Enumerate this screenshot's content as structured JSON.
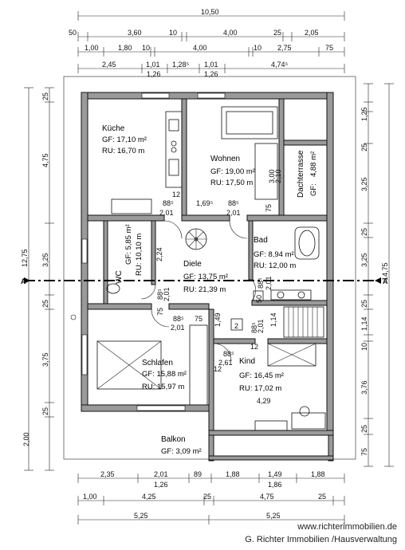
{
  "top_dims": {
    "overall": "10,50",
    "row2": [
      "50",
      "3,60",
      "10",
      "4,00",
      "25",
      "2,05"
    ],
    "row3": [
      "1,00",
      "1,80",
      "10",
      "4,00",
      "10",
      "2,75",
      "75"
    ],
    "row4": [
      "2,45",
      "1,01",
      "1,28⁵",
      "1,01",
      "4,74⁵"
    ],
    "row4_sub": [
      "1,26",
      "1,26"
    ]
  },
  "bottom_dims": {
    "row1": [
      "2,35",
      "2,01",
      "89",
      "1,88",
      "1,49",
      "1,88"
    ],
    "row1_sub": [
      "1,26",
      "1,86"
    ],
    "row2": [
      "1,00",
      "4,25",
      "25",
      "4,75",
      "25"
    ],
    "row3": [
      "5,25",
      "5,25"
    ]
  },
  "left_dims": {
    "overall": "12,75",
    "outer": [
      "25",
      "4,75",
      "3,25",
      "25",
      "3,75",
      "25",
      "2,00"
    ]
  },
  "right_dims": {
    "overall": "14,75",
    "outer": [
      "1,25",
      "25",
      "3,25",
      "25",
      "3,25",
      "25",
      "1,14",
      "10",
      "3,76",
      "25",
      "75"
    ]
  },
  "rooms": {
    "kueche": {
      "name": "Küche",
      "gf": "GF: 17,10 m²",
      "ru": "RU: 16,70 m"
    },
    "wohnen": {
      "name": "Wohnen",
      "gf": "GF: 19,00 m²",
      "ru": "RU: 17,50 m"
    },
    "dachterrasse": {
      "name": "Dachterrasse",
      "gf": "GF:",
      "area": "4,88 m²"
    },
    "bad": {
      "name": "Bad",
      "gf": "GF:  8,94 m²",
      "ru": "RU: 12,00 m"
    },
    "wc": {
      "name": "WC",
      "gf": "GF: 5,85 m²",
      "ru": "RU: 10,10 m"
    },
    "diele": {
      "name": "Diele",
      "gf": "GF: 13,75 m²",
      "ru": "RU: 21,39 m"
    },
    "schlafen": {
      "name": "Schlafen",
      "gf": "GF: 15,88 m²",
      "ru": "RU: 15,97 m"
    },
    "kind": {
      "name": "Kind",
      "gf": "GF: 16,45 m²",
      "ru": "RU: 17,02 m"
    },
    "balkon": {
      "name": "Balkon",
      "gf": "GF: 3,09 m²"
    }
  },
  "inner_dims": {
    "k_door": "88⁵",
    "k_door2": "2,01",
    "k_12": "12",
    "w_door": "1,69⁵",
    "w_door2": "88⁵",
    "w_door3": "2,01",
    "d_300": "3,00",
    "d_210": "2,10",
    "d_75": "75",
    "wc_224": "2,24",
    "wc_201": "2,01",
    "wc_88": "88⁵",
    "wc_75": "75",
    "bad_88": "88⁵",
    "bad_201": "2,01",
    "bad_50": "50",
    "s_88": "88⁵",
    "s_201": "2,01",
    "s_75": "75",
    "s_149": "1,49",
    "k2_88": "88⁵",
    "k2_201": "2,01",
    "k2_114": "1,14",
    "h_88": "88⁵",
    "h_201": "2,61",
    "h_12": "12",
    "h_12b": "12",
    "kind_429": "4,29",
    "stair_no": "2"
  },
  "section_marks": [
    "A",
    "A"
  ],
  "website": "www.richterimmobilien.de",
  "company": "G. Richter Immobilien /Hausverwaltung"
}
